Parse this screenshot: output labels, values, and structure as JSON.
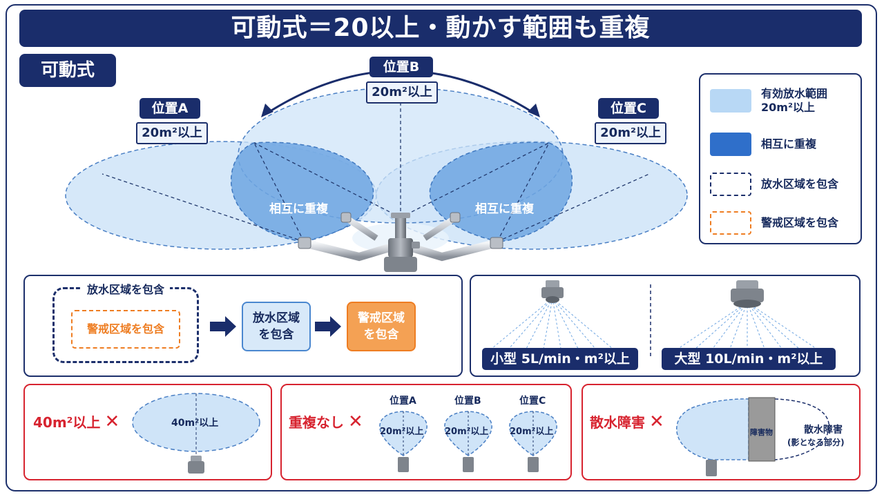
{
  "title": "可動式＝20以上・動かす範囲も重複",
  "section": "可動式",
  "positions": [
    {
      "label": "位置A",
      "area": "20m²以上"
    },
    {
      "label": "位置B",
      "area": "20m²以上"
    },
    {
      "label": "位置C",
      "area": "20m²以上"
    }
  ],
  "overlap_label": "相互に重複",
  "legend": [
    {
      "text": "有効放水範囲\n20m²以上",
      "icon": "light-blue-fill"
    },
    {
      "text": "相互に重複",
      "icon": "dark-blue-fill"
    },
    {
      "text": "放水区域を包含",
      "icon": "navy-dashed-box"
    },
    {
      "text": "警戒区域を包含",
      "icon": "orange-dashed-box"
    }
  ],
  "flow": {
    "outer": "放水区域を包含",
    "inner": "警戒区域を包含",
    "step1": "放水区域\nを包含",
    "step2": "警戒区域\nを包含"
  },
  "nozzles": {
    "small": "小型  5L/min・m²以上",
    "large": "大型  10L/min・m²以上"
  },
  "bad_cases": {
    "area": {
      "label": "40m²以上",
      "ellipse_text": "40m²以上"
    },
    "no_overlap": {
      "label": "重複なし",
      "positions": [
        "位置A",
        "位置B",
        "位置C"
      ],
      "area": "20m²以上"
    },
    "obstacle": {
      "label": "散水障害",
      "obstacle": "障害物",
      "shadow": "散水障害",
      "shadow_note": "(影となる部分)"
    }
  },
  "colors": {
    "navy": "#1a2d6b",
    "light_blue": "#b8d8f5",
    "overlap_blue": "#5c9de0",
    "orange": "#ee7d22",
    "red": "#d7232f"
  }
}
